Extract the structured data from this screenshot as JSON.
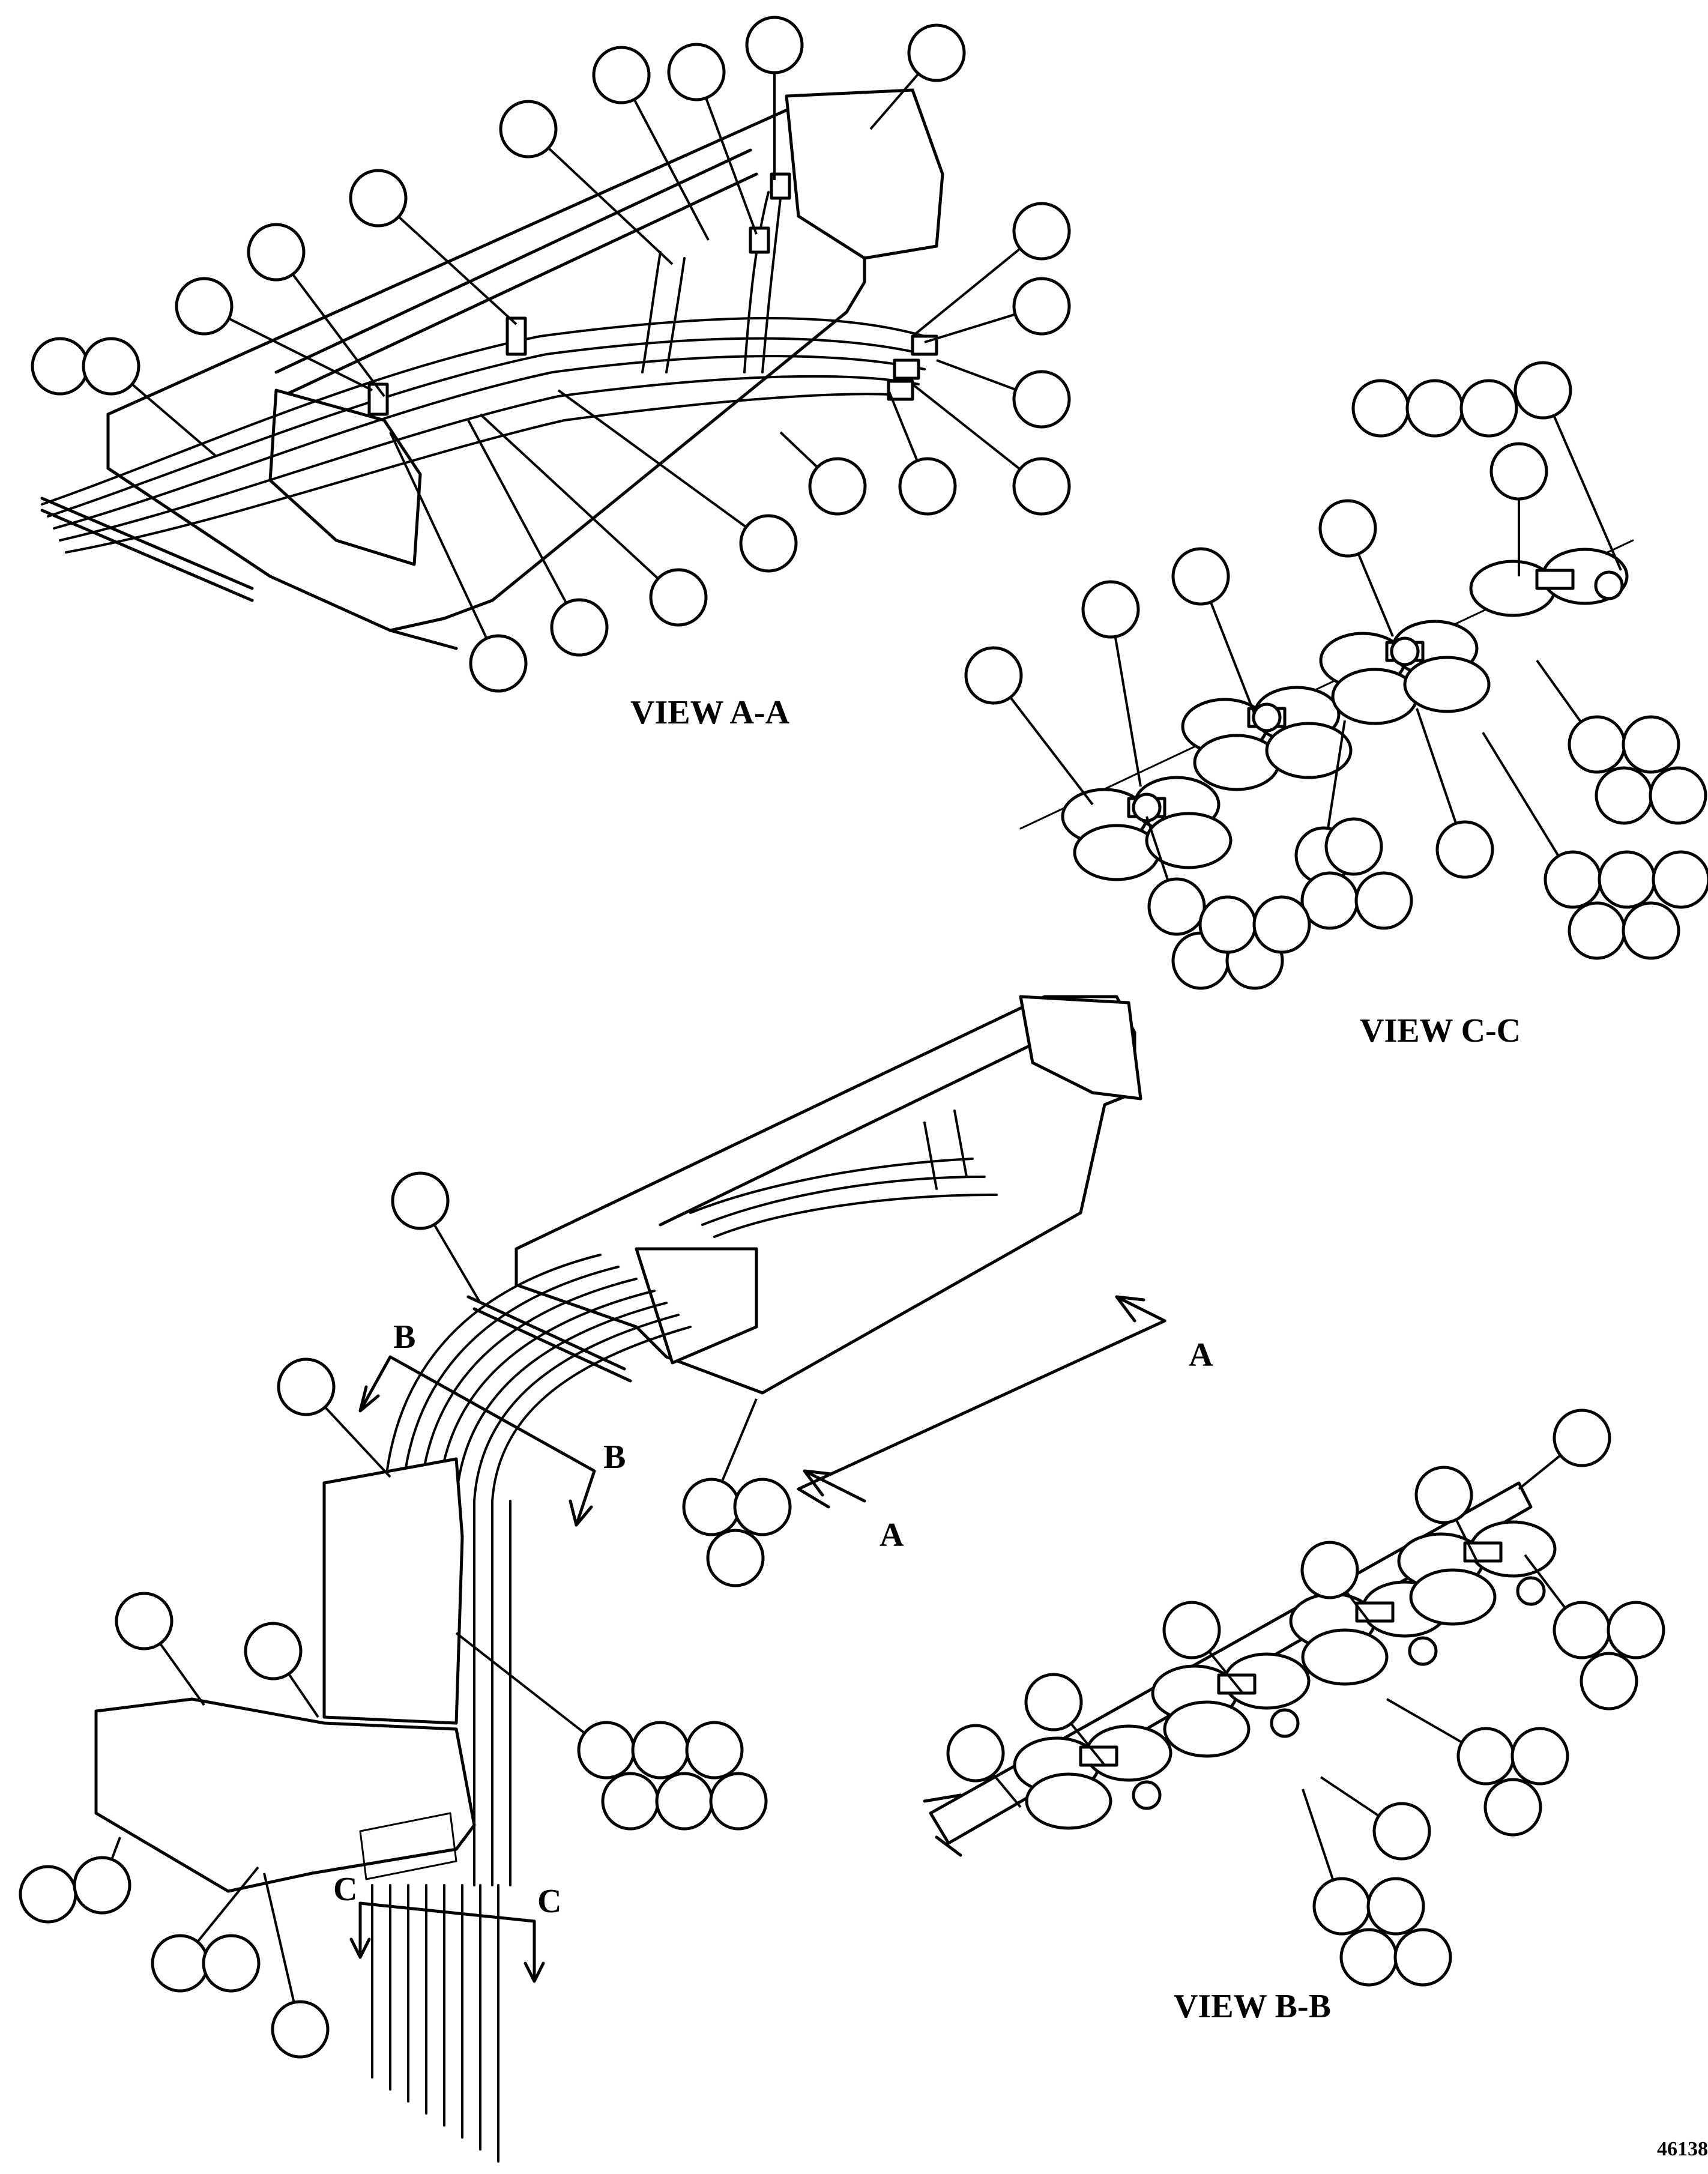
{
  "figure_number": "46138",
  "views": {
    "view_a": "VIEW A-A",
    "view_b": "VIEW B-B",
    "view_c": "VIEW C-C"
  },
  "section_letters": {
    "a": "A",
    "b": "B",
    "c": "C"
  },
  "callouts": {
    "count": 84
  }
}
